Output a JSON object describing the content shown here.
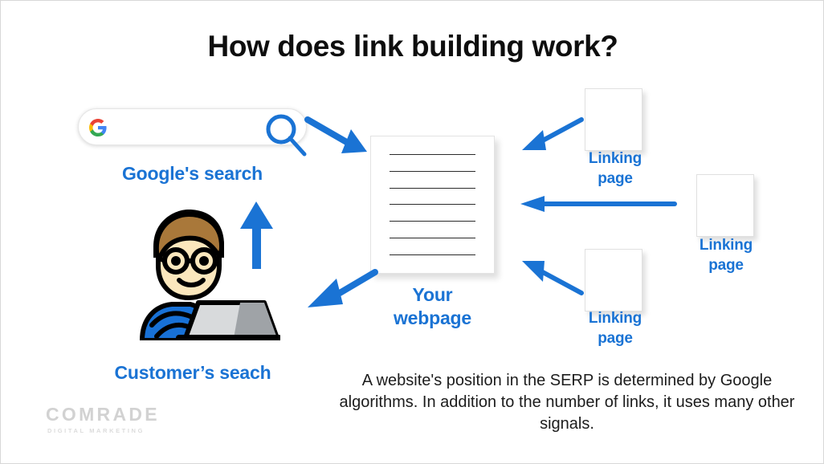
{
  "page": {
    "title": "How does link building work?",
    "accent_color": "#1a73d4",
    "arrow_color": "#1a73d4",
    "title_color": "#0e0e0e",
    "background": "#ffffff"
  },
  "search": {
    "label": "Google's search",
    "query_value": "",
    "placeholder": "",
    "google_icon": "google-g-logo",
    "magnifier_icon": "search-magnifier-icon"
  },
  "customer": {
    "label": "Customer’s seach",
    "avatar_icon": "man-technologist-emoji"
  },
  "webpage": {
    "label": "Your\nwebpage",
    "label_line1": "Your",
    "label_line2": "webpage",
    "line_count": 7
  },
  "linking_pages": [
    {
      "id": "top",
      "label_line1": "Linking",
      "label_line2": "page"
    },
    {
      "id": "right",
      "label_line1": "Linking",
      "label_line2": "page"
    },
    {
      "id": "bottom",
      "label_line1": "Linking",
      "label_line2": "page"
    }
  ],
  "arrows": [
    {
      "name": "search-to-webpage",
      "direction": "down-right"
    },
    {
      "name": "top-linkpage-to-webpage",
      "direction": "down-left"
    },
    {
      "name": "right-linkpage-to-webpage",
      "direction": "left"
    },
    {
      "name": "bottom-linkpage-to-webpage",
      "direction": "up-left"
    },
    {
      "name": "webpage-to-customer",
      "direction": "down-left"
    },
    {
      "name": "customer-to-search",
      "direction": "up"
    }
  ],
  "caption": {
    "text": "A website's position in the SERP is determined by Google algorithms. In addition to the number of links, it uses many other signals."
  },
  "brand": {
    "name": "COMRADE",
    "tagline": "DIGITAL MARKETING",
    "color": "#d2d2d2"
  }
}
